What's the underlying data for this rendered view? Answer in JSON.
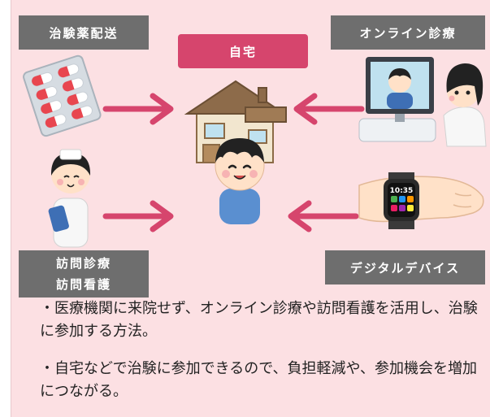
{
  "labels": {
    "drug_delivery": "治験薬配送",
    "online_care": "オンライン診療",
    "home": "自宅",
    "visit_line1": "訪問診療",
    "visit_line2": "訪問看護",
    "digital_devices": "デジタルデバイス"
  },
  "watch_time": "10:35",
  "descriptions": [
    "・医療機関に来院せず、オンライン診療や訪問看護を活用し、治験に参加する方法。",
    "・自宅などで治験に参加できるので、負担軽減や、参加機会を増加につながる。"
  ],
  "colors": {
    "background": "#fce0e3",
    "label_gray": "#6e6e6e",
    "label_pink": "#d6456d",
    "arrow": "#d6456d"
  }
}
